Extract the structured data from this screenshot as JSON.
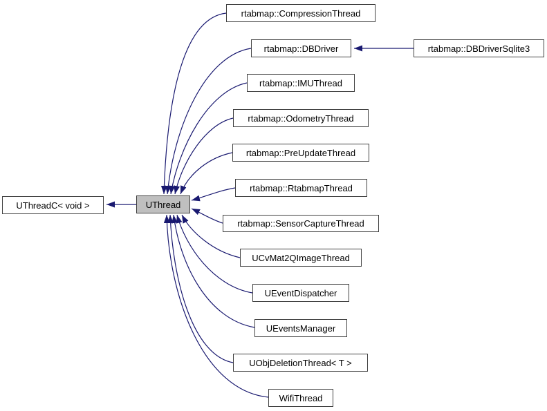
{
  "diagram": {
    "type": "class-inheritance-graph",
    "colors": {
      "edge": "#191970",
      "node_fill": "#ffffff",
      "node_border": "#404040",
      "highlight_fill": "#bfbfbf",
      "text": "#000000",
      "background": "#ffffff"
    },
    "nodes": {
      "uthreadc": {
        "label": "UThreadC< void >"
      },
      "uthread": {
        "label": "UThread",
        "highlighted": true
      },
      "compression": {
        "label": "rtabmap::CompressionThread"
      },
      "dbdriver": {
        "label": "rtabmap::DBDriver"
      },
      "dbdriversqlite3": {
        "label": "rtabmap::DBDriverSqlite3"
      },
      "imu": {
        "label": "rtabmap::IMUThread"
      },
      "odometry": {
        "label": "rtabmap::OdometryThread"
      },
      "preupdate": {
        "label": "rtabmap::PreUpdateThread"
      },
      "rtabmapthread": {
        "label": "rtabmap::RtabmapThread"
      },
      "sensorcapture": {
        "label": "rtabmap::SensorCaptureThread"
      },
      "ucvmat": {
        "label": "UCvMat2QImageThread"
      },
      "ueventdispatcher": {
        "label": "UEventDispatcher"
      },
      "ueventsmanager": {
        "label": "UEventsManager"
      },
      "uobjdeletion": {
        "label": "UObjDeletionThread< T >"
      },
      "wifi": {
        "label": "WifiThread"
      }
    },
    "relations": [
      {
        "from": "uthread",
        "to": "uthreadc"
      },
      {
        "from": "compression",
        "to": "uthread"
      },
      {
        "from": "dbdriver",
        "to": "uthread"
      },
      {
        "from": "dbdriversqlite3",
        "to": "dbdriver"
      },
      {
        "from": "imu",
        "to": "uthread"
      },
      {
        "from": "odometry",
        "to": "uthread"
      },
      {
        "from": "preupdate",
        "to": "uthread"
      },
      {
        "from": "rtabmapthread",
        "to": "uthread"
      },
      {
        "from": "sensorcapture",
        "to": "uthread"
      },
      {
        "from": "ucvmat",
        "to": "uthread"
      },
      {
        "from": "ueventdispatcher",
        "to": "uthread"
      },
      {
        "from": "ueventsmanager",
        "to": "uthread"
      },
      {
        "from": "uobjdeletion",
        "to": "uthread"
      },
      {
        "from": "wifi",
        "to": "uthread"
      }
    ]
  }
}
